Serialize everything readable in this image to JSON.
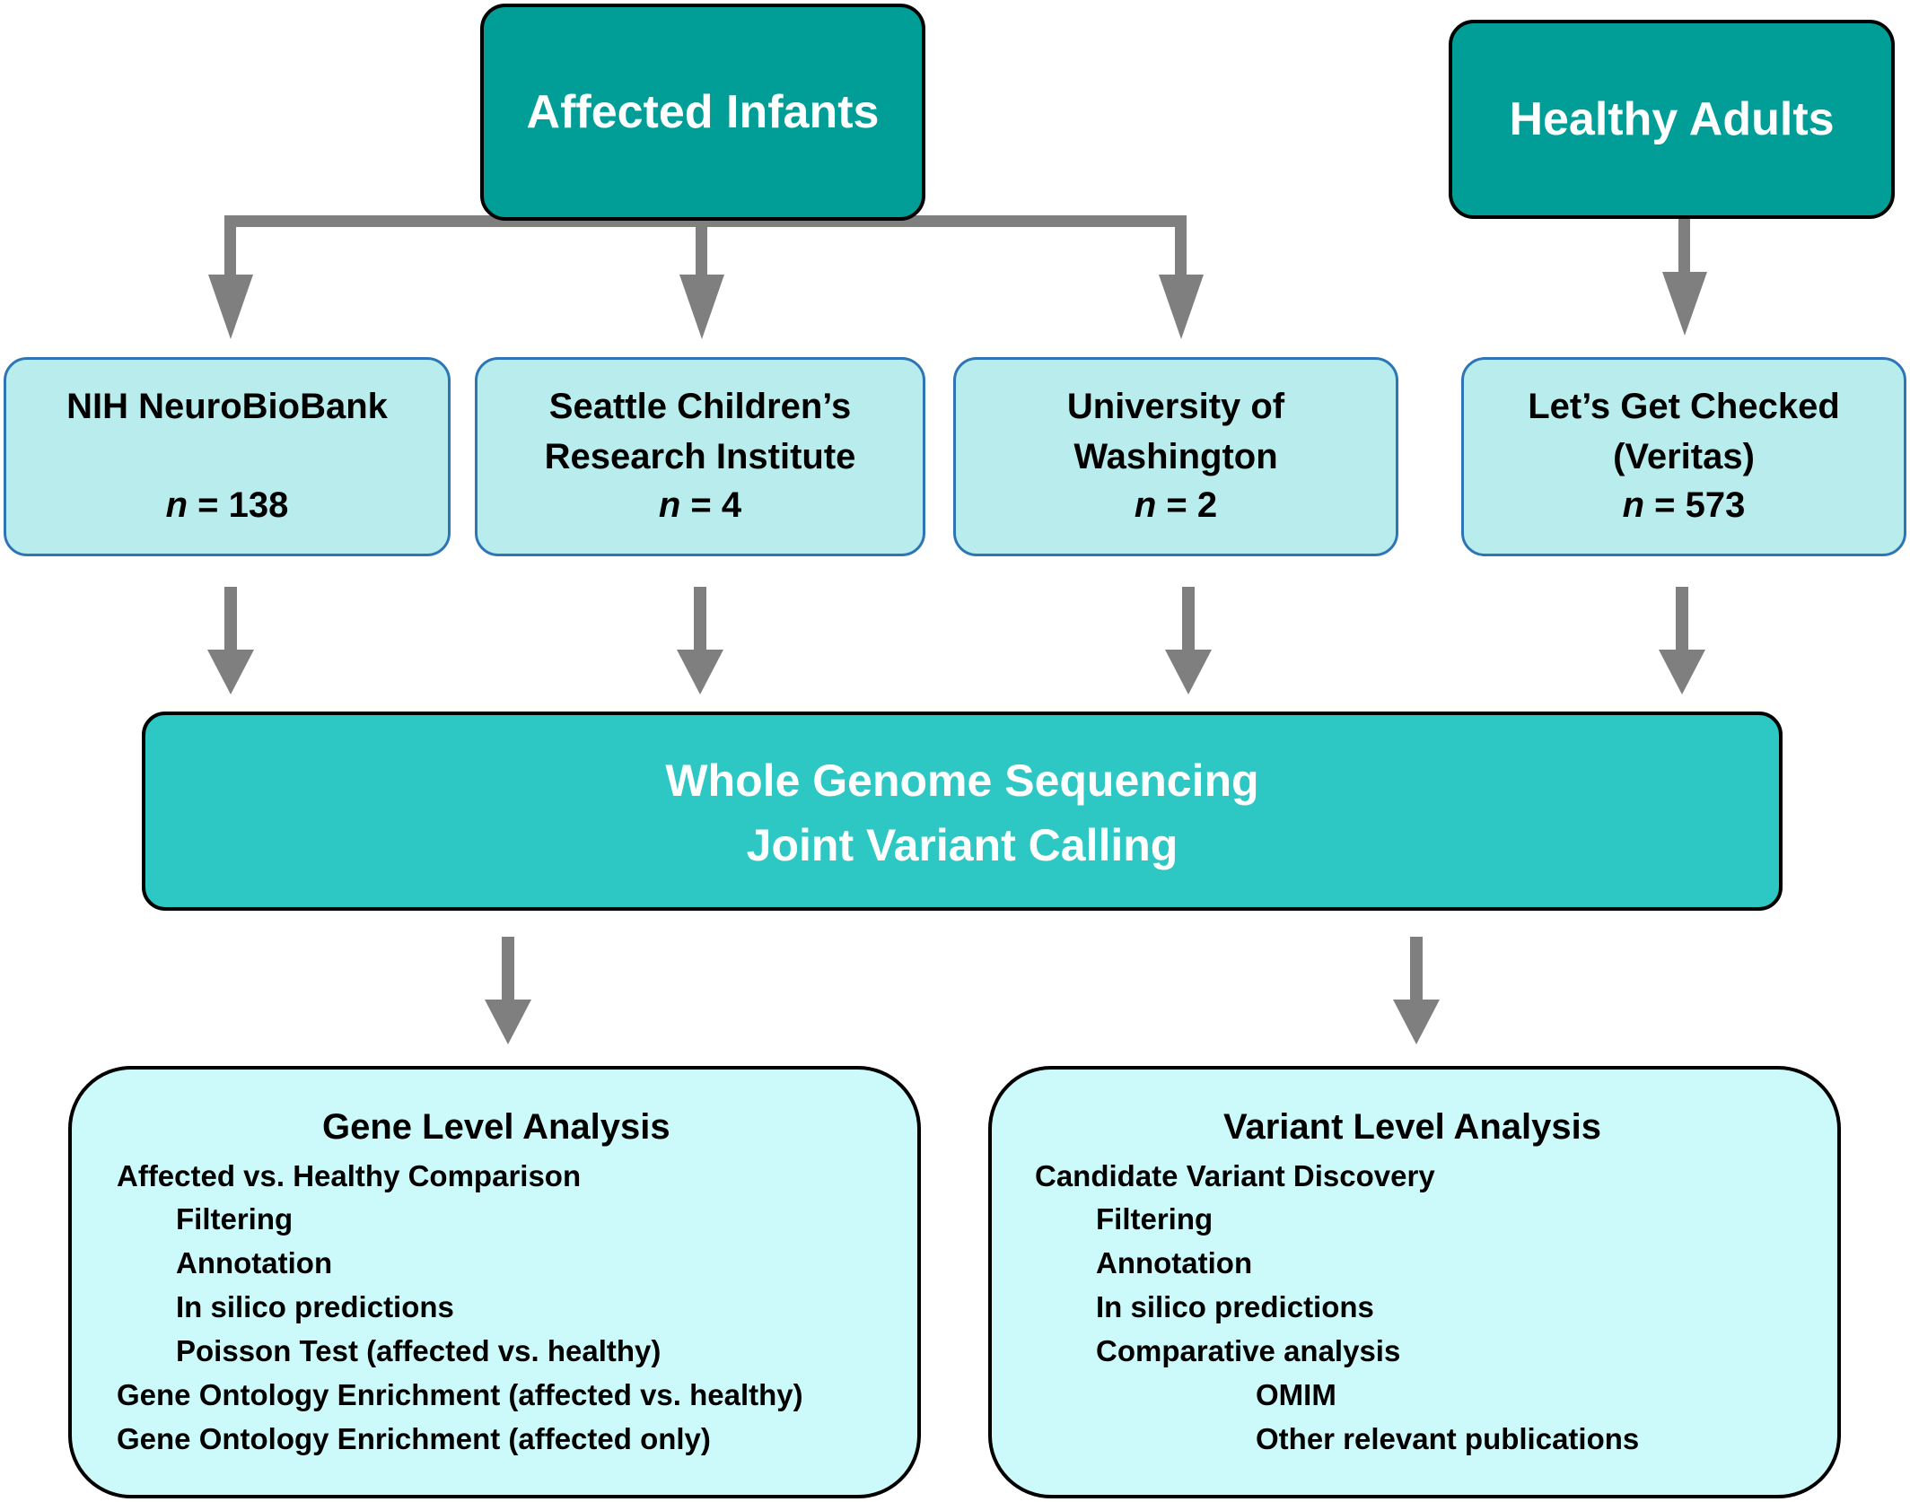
{
  "top": {
    "affected": "Affected Infants",
    "healthy": "Healthy Adults"
  },
  "sources": [
    {
      "line1": "NIH NeuroBioBank",
      "line2": "",
      "n_label": "n",
      "n_value": "= 138"
    },
    {
      "line1": "Seattle Children’s",
      "line2": "Research Institute",
      "n_label": "n",
      "n_value": "= 4"
    },
    {
      "line1": "University of",
      "line2": "Washington",
      "n_label": "n",
      "n_value": "= 2"
    },
    {
      "line1": "Let’s Get Checked",
      "line2": "(Veritas)",
      "n_label": "n",
      "n_value": "= 573"
    }
  ],
  "wgs": {
    "line1": "Whole Genome Sequencing",
    "line2": "Joint Variant Calling"
  },
  "gene_analysis": {
    "title": "Gene Level Analysis",
    "items": [
      "Affected vs. Healthy Comparison",
      "Filtering",
      "Annotation",
      "In silico predictions",
      "Poisson Test (affected vs. healthy)",
      "Gene Ontology Enrichment (affected vs. healthy)",
      "Gene Ontology Enrichment (affected only)"
    ]
  },
  "variant_analysis": {
    "title": "Variant Level Analysis",
    "items": [
      "Candidate Variant Discovery",
      "Filtering",
      "Annotation",
      "In silico predictions",
      "Comparative analysis",
      "OMIM",
      "Other relevant publications"
    ]
  }
}
